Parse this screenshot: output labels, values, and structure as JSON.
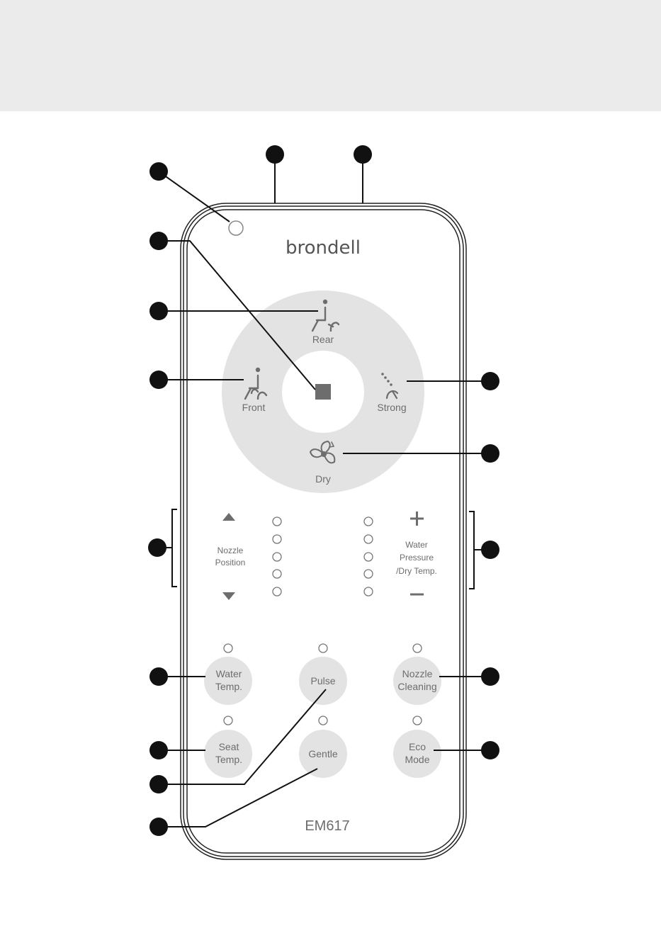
{
  "brand": "brondell",
  "model": "EM617",
  "dial": {
    "rear": "Rear",
    "front": "Front",
    "strong": "Strong",
    "dry": "Dry"
  },
  "nozzle_position": {
    "line1": "Nozzle",
    "line2": "Position"
  },
  "water_pressure": {
    "line1": "Water",
    "line2": "Pressure",
    "line3": "/Dry Temp."
  },
  "buttons": {
    "water_temp": {
      "line1": "Water",
      "line2": "Temp."
    },
    "pulse": "Pulse",
    "nozzle_cleaning": {
      "line1": "Nozzle",
      "line2": "Cleaning"
    },
    "seat_temp": {
      "line1": "Seat",
      "line2": "Temp."
    },
    "gentle": "Gentle",
    "eco_mode": {
      "line1": "Eco",
      "line2": "Mode"
    }
  },
  "colors": {
    "header_band": "#ebebeb",
    "dial_fill": "#e3e3e4",
    "icon_gray": "#6d6d6d",
    "marker": "#111111"
  }
}
